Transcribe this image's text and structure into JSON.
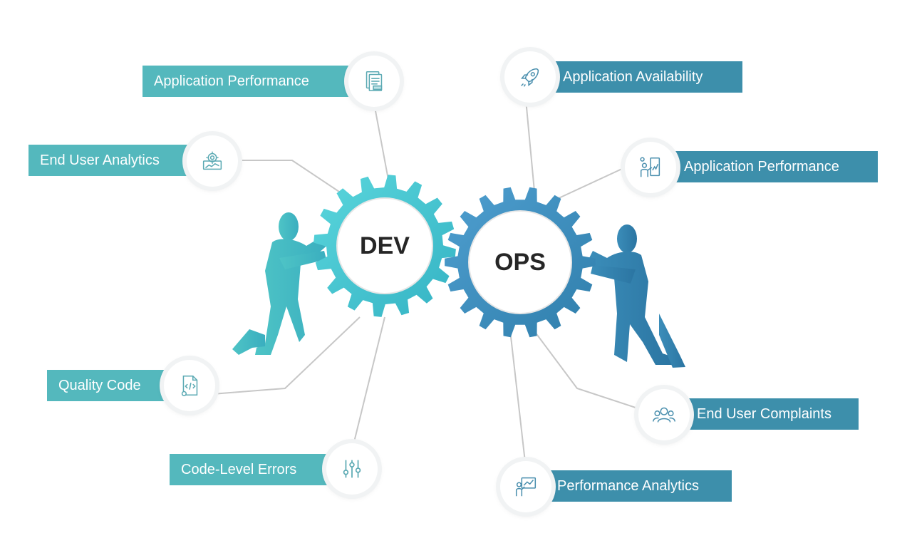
{
  "gears": {
    "dev": {
      "label": "DEV",
      "color": "#4fcbd6"
    },
    "ops": {
      "label": "OPS",
      "color": "#3f8fbf"
    }
  },
  "colors": {
    "dev_label_bg": "#54b8bd",
    "ops_label_bg": "#3d8fab",
    "connector": "#c7c7c7"
  },
  "dev_items": [
    {
      "label": "Application Performance",
      "icon": "document-list-icon"
    },
    {
      "label": "End User Analytics",
      "icon": "analytics-gear-icon"
    },
    {
      "label": "Quality Code",
      "icon": "code-file-icon"
    },
    {
      "label": "Code-Level Errors",
      "icon": "sliders-icon"
    }
  ],
  "ops_items": [
    {
      "label": "Application Availability",
      "icon": "rocket-icon"
    },
    {
      "label": "Application Performance",
      "icon": "presenter-chart-icon"
    },
    {
      "label": "End User Complaints",
      "icon": "users-group-icon"
    },
    {
      "label": "Performance Analytics",
      "icon": "presentation-board-icon"
    }
  ]
}
